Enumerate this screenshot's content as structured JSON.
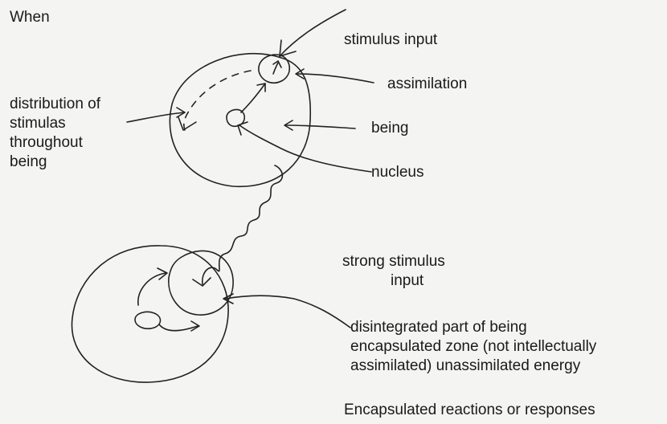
{
  "title": "When",
  "top_diagram": {
    "stimulus_input": "stimulus input",
    "assimilation": "assimilation",
    "distribution_lines": [
      "distribution of",
      "stimulas",
      "throughout",
      "being"
    ],
    "being": "being",
    "nucleus": "nucleus"
  },
  "bottom_diagram": {
    "strong_stimulus_lines": [
      "strong stimulus",
      "input"
    ],
    "disintegrated_lines": [
      "disintegrated part of being",
      "encapsulated zone (not intellectually",
      "assimilated) unassimilated energy"
    ],
    "encapsulated_reactions": "Encapsulated reactions or responses"
  }
}
